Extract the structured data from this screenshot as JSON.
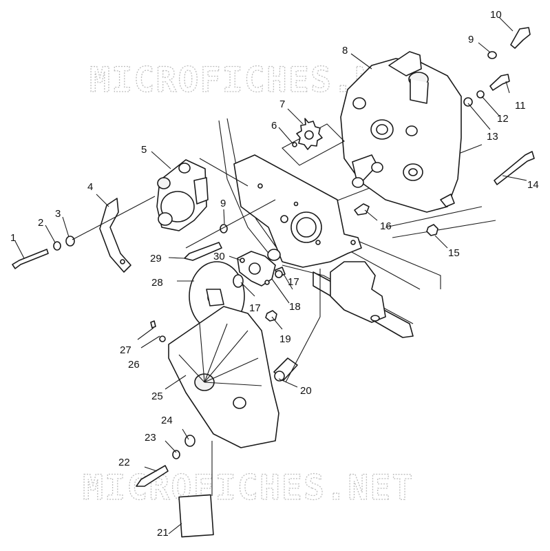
{
  "watermark": {
    "top": "MICROFICHES.NET",
    "bottom": "MICROFICHES.NET",
    "color": "#bdbdbd"
  },
  "callouts": {
    "c1": "1",
    "c2": "2",
    "c3": "3",
    "c4": "4",
    "c5": "5",
    "c6": "6",
    "c7": "7",
    "c8": "8",
    "c9a": "9",
    "c9b": "9",
    "c10": "10",
    "c11": "11",
    "c12": "12",
    "c13": "13",
    "c14": "14",
    "c15": "15",
    "c16": "16",
    "c17a": "17",
    "c17b": "17",
    "c18": "18",
    "c19": "19",
    "c20": "20",
    "c21": "21",
    "c22": "22",
    "c23": "23",
    "c24": "24",
    "c25": "25",
    "c26": "26",
    "c27": "27",
    "c28": "28",
    "c29": "29",
    "c30": "30"
  }
}
